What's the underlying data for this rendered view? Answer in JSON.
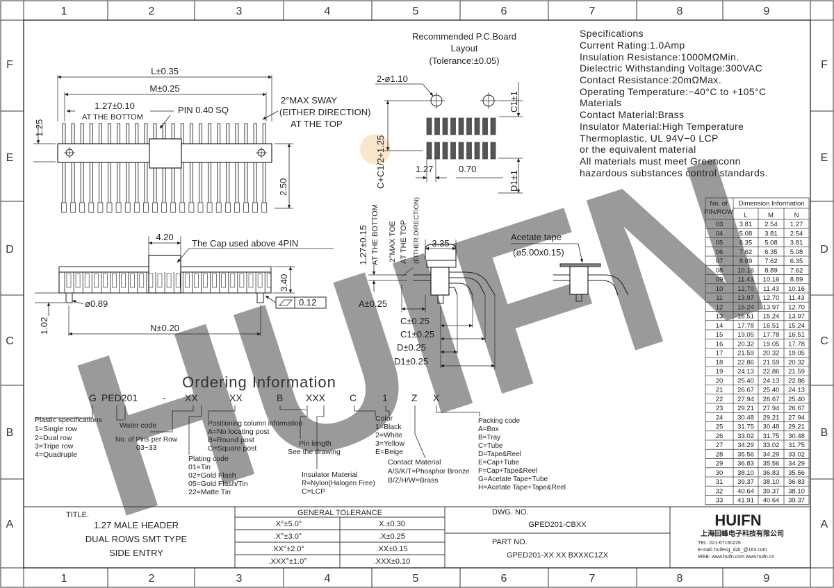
{
  "grid": {
    "columns": [
      "1",
      "2",
      "3",
      "4",
      "5",
      "6",
      "7",
      "8",
      "9"
    ],
    "rows": [
      "F",
      "E",
      "D",
      "C",
      "B",
      "A"
    ]
  },
  "watermark": "HUIFN",
  "top_view": {
    "l": "L±0.35",
    "m": "M±0.25",
    "pitch": "1.27±0.10",
    "pitch_note": "AT THE BOTTOM",
    "pin": "PIN 0.40 SQ",
    "sway1": "2°MAX SWAY",
    "sway2": "(EITHER DIRECTION)",
    "sway3": "AT THE TOP",
    "h125": "1.25",
    "h250": "2.50"
  },
  "side_view": {
    "cap_w": "4.20",
    "cap_note": "The Cap used above 4PIN",
    "h340": "3.40",
    "flat": "0.12",
    "dia": "ø0.89",
    "h102": "1.02",
    "n": "N±0.20"
  },
  "pcb": {
    "title1": "Recommended P.C.Board",
    "title2": "Layout",
    "title3": "(Tolerance:±0.05)",
    "hole": "2-ø1.10",
    "c1": "C1±1",
    "cc": "C+C1/2+1.25",
    "p127": "1.27",
    "p070": "0.70",
    "d1": "D1±1"
  },
  "end_view": {
    "pitch": "1.27±0.15",
    "pitch_note": "AT THE BOTTOM",
    "toe1": "2°MAX TOE",
    "toe2": "AT THE TOP",
    "toe3": "(EITHER DIRECTION)",
    "w335": "3.35",
    "a": "A±0.25",
    "c": "C±0.25",
    "c1": "C1±0.25",
    "d": "D±0.25",
    "d1": "D1±0.25"
  },
  "tape": {
    "label1": "Acetate tape",
    "label2": "(ø5.00x0.15)"
  },
  "specifications": [
    "Specifications",
    "Current Rating:1.0Amp",
    "Insulation Resistance:1000MΩMin.",
    "Dielectric Withstanding Voltage:300VAC",
    "Contact Resistance:20mΩMax.",
    "Operating Temperature:−40°C to +105°C",
    "Materials",
    "Contact Material:Brass",
    "Insulator Material:High Temperature",
    "Thermoplastic, UL 94V−0 LCP",
    "or the equivalent material",
    "All materials must meet Greenconn",
    "hazardous substances control standards."
  ],
  "dimension_table": {
    "header_col1a": "No. of",
    "header_col1b": "PIN/ROW",
    "header_span": "Dimension Information",
    "columns": [
      "L",
      "M",
      "N"
    ],
    "rows": [
      [
        "03",
        "3.81",
        "2.54",
        "1.27"
      ],
      [
        "04",
        "5.08",
        "3.81",
        "2.54"
      ],
      [
        "05",
        "6.35",
        "5.08",
        "3.81"
      ],
      [
        "06",
        "7.62",
        "6.35",
        "5.08"
      ],
      [
        "07",
        "8.89",
        "7.62",
        "6.35"
      ],
      [
        "08",
        "10.16",
        "8.89",
        "7.62"
      ],
      [
        "09",
        "11.43",
        "10.16",
        "8.89"
      ],
      [
        "10",
        "12.70",
        "11.43",
        "10.16"
      ],
      [
        "11",
        "13.97",
        "12.70",
        "11.43"
      ],
      [
        "12",
        "15.24",
        "13.97",
        "12.70"
      ],
      [
        "13",
        "16.51",
        "15.24",
        "13.97"
      ],
      [
        "14",
        "17.78",
        "16.51",
        "15.24"
      ],
      [
        "15",
        "19.05",
        "17.78",
        "16.51"
      ],
      [
        "16",
        "20.32",
        "19.05",
        "17.78"
      ],
      [
        "17",
        "21.59",
        "20.32",
        "19.05"
      ],
      [
        "18",
        "22.86",
        "21.59",
        "20.32"
      ],
      [
        "19",
        "24.13",
        "22.86",
        "21.59"
      ],
      [
        "20",
        "25.40",
        "24.13",
        "22.86"
      ],
      [
        "21",
        "26.67",
        "25.40",
        "24.13"
      ],
      [
        "22",
        "27.94",
        "26.67",
        "25.40"
      ],
      [
        "23",
        "29.21",
        "27.94",
        "26.67"
      ],
      [
        "24",
        "30.48",
        "29.21",
        "27.94"
      ],
      [
        "25",
        "31.75",
        "30.48",
        "29.21"
      ],
      [
        "26",
        "33.02",
        "31.75",
        "30.48"
      ],
      [
        "27",
        "34.29",
        "33.02",
        "31.75"
      ],
      [
        "28",
        "35.56",
        "34.29",
        "33.02"
      ],
      [
        "29",
        "36.83",
        "35.56",
        "34.29"
      ],
      [
        "30",
        "38.10",
        "36.83",
        "35.56"
      ],
      [
        "31",
        "39.37",
        "38.10",
        "36.83"
      ],
      [
        "32",
        "40.64",
        "39.37",
        "38.10"
      ],
      [
        "33",
        "41.91",
        "40.64",
        "39.37"
      ]
    ]
  },
  "ordering": {
    "title": "Ordering Information",
    "code": [
      "G",
      "PED201",
      "-",
      "XX",
      "XX",
      "B",
      "XXX",
      "C",
      "1",
      "Z",
      "X"
    ],
    "plastic": [
      "Plastic specifications",
      "1=Single row",
      "2=Dual row",
      "3=Tripe row",
      "4=Quadruple"
    ],
    "water": "Water code",
    "pins": [
      "No. of Pins per Row",
      "03~33"
    ],
    "plating": [
      "Plating code",
      "01=Tin",
      "02=Gold Flash",
      "05=Gold Flash/Tin",
      "22=Matte Tin"
    ],
    "position": [
      "Positioning column information",
      "A=No locating post",
      "B=Round post",
      "C=Square post"
    ],
    "pinlen": [
      "Pin length",
      "See the drawing"
    ],
    "insulator": [
      "Insulator Material",
      "R=Nylon(Halogen Free)",
      "C=LCP"
    ],
    "color": [
      "Color",
      "1=Black",
      "2=White",
      "3=Yellow",
      "E=Beige"
    ],
    "contact": [
      "Contact Material",
      "A/S/K/T=Phosphor Bronze",
      "B/Z/H/W=Brass"
    ],
    "packing": [
      "Packing code",
      "A=Box",
      "B=Tray",
      "C=Tube",
      "D=Tape&Reel",
      "E=Cap+Tube",
      "F=Cap+Tape&Reel",
      "G=Acetate Tape+Tube",
      "H=Acetate Tape+Tape&Reel"
    ]
  },
  "title_block": {
    "title_label": "TITLE.",
    "title_lines": [
      "1.27 MALE HEADER",
      "DUAL ROWS SMT TYPE",
      "SIDE ENTRY"
    ],
    "tolerance_header": "GENERAL TOLERANCE",
    "tolerances": [
      [
        ".X°±5.0°",
        "X.±0.30"
      ],
      [
        ".X°±3.0°",
        ".X±0.25"
      ],
      [
        ".XX°±2.0°",
        ".XX±0.15"
      ],
      [
        ".XXX°±1.0°",
        ".XXX±0.10"
      ]
    ],
    "dwg_label": "DWG. NO.",
    "dwg_no": "GPED201-CBXX",
    "part_label": "PART NO.",
    "part_no": "GPED201-XX XX BXXXC1ZX",
    "company_logo": "HUIFN",
    "company_name": "上海回峰电子科技有限公司",
    "tel": "TEL: 021-67150226",
    "email": "E-mail: huifeng_dzk_@163.com",
    "web": "WEB: www.huifn.com   www.huifn.cn"
  }
}
